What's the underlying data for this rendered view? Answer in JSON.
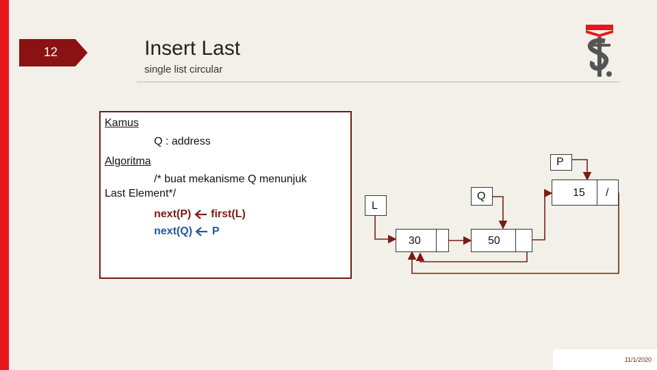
{
  "slide": {
    "number": "12",
    "title": "Insert Last",
    "subtitle": "single list circular",
    "date": "11/1/2020"
  },
  "code": {
    "kamus_label": "Kamus",
    "kamus_line": "Q : address",
    "algoritma_label": "Algoritma",
    "comment_line1": "/* buat mekanisme Q menunjuk",
    "comment_line2": "Last Element*/",
    "stmt1_left": "next(P)",
    "stmt1_right": "first(L)",
    "stmt2_left": "next(Q)",
    "stmt2_right": "P"
  },
  "diagram": {
    "pointer_p": "P",
    "pointer_q": "Q",
    "pointer_l": "L",
    "node_new_info": "15",
    "node_new_next": "/",
    "node1_info": "30",
    "node2_info": "50"
  },
  "colors": {
    "accent_red": "#e8151b",
    "maroon": "#7b1b14",
    "blue": "#1f5aa0"
  }
}
